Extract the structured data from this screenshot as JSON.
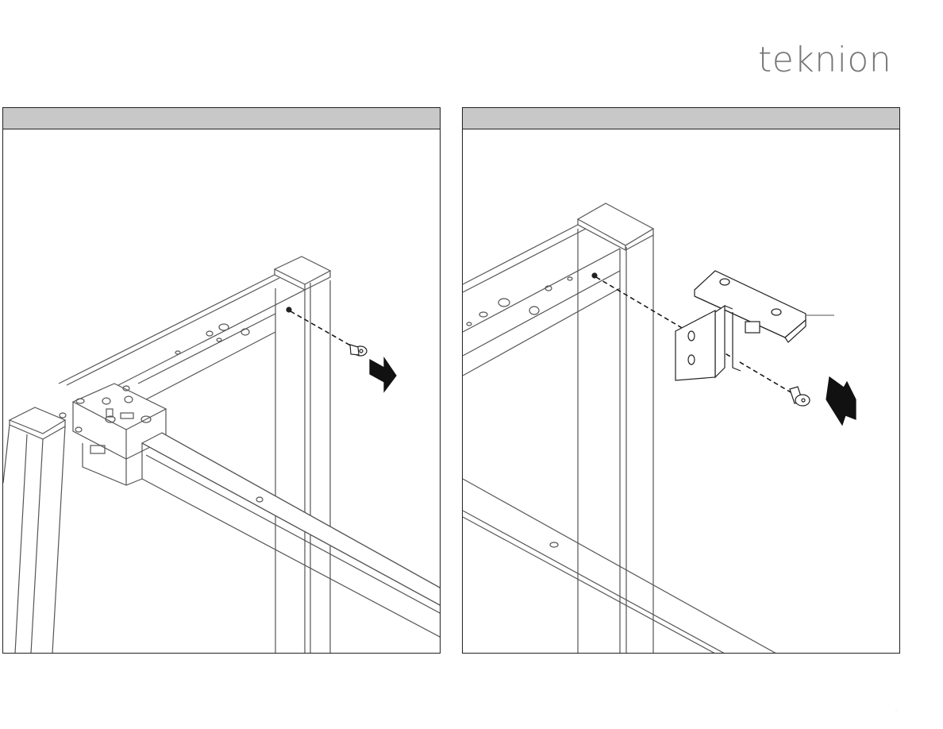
{
  "brand": {
    "logo_text": "teknion"
  },
  "panels": [
    {
      "id": "step-remove-screw",
      "header_label": "",
      "arrow_direction": "out"
    },
    {
      "id": "step-install-bracket",
      "header_label": "",
      "arrow_direction": "in"
    }
  ],
  "page": {
    "mark": "·"
  }
}
